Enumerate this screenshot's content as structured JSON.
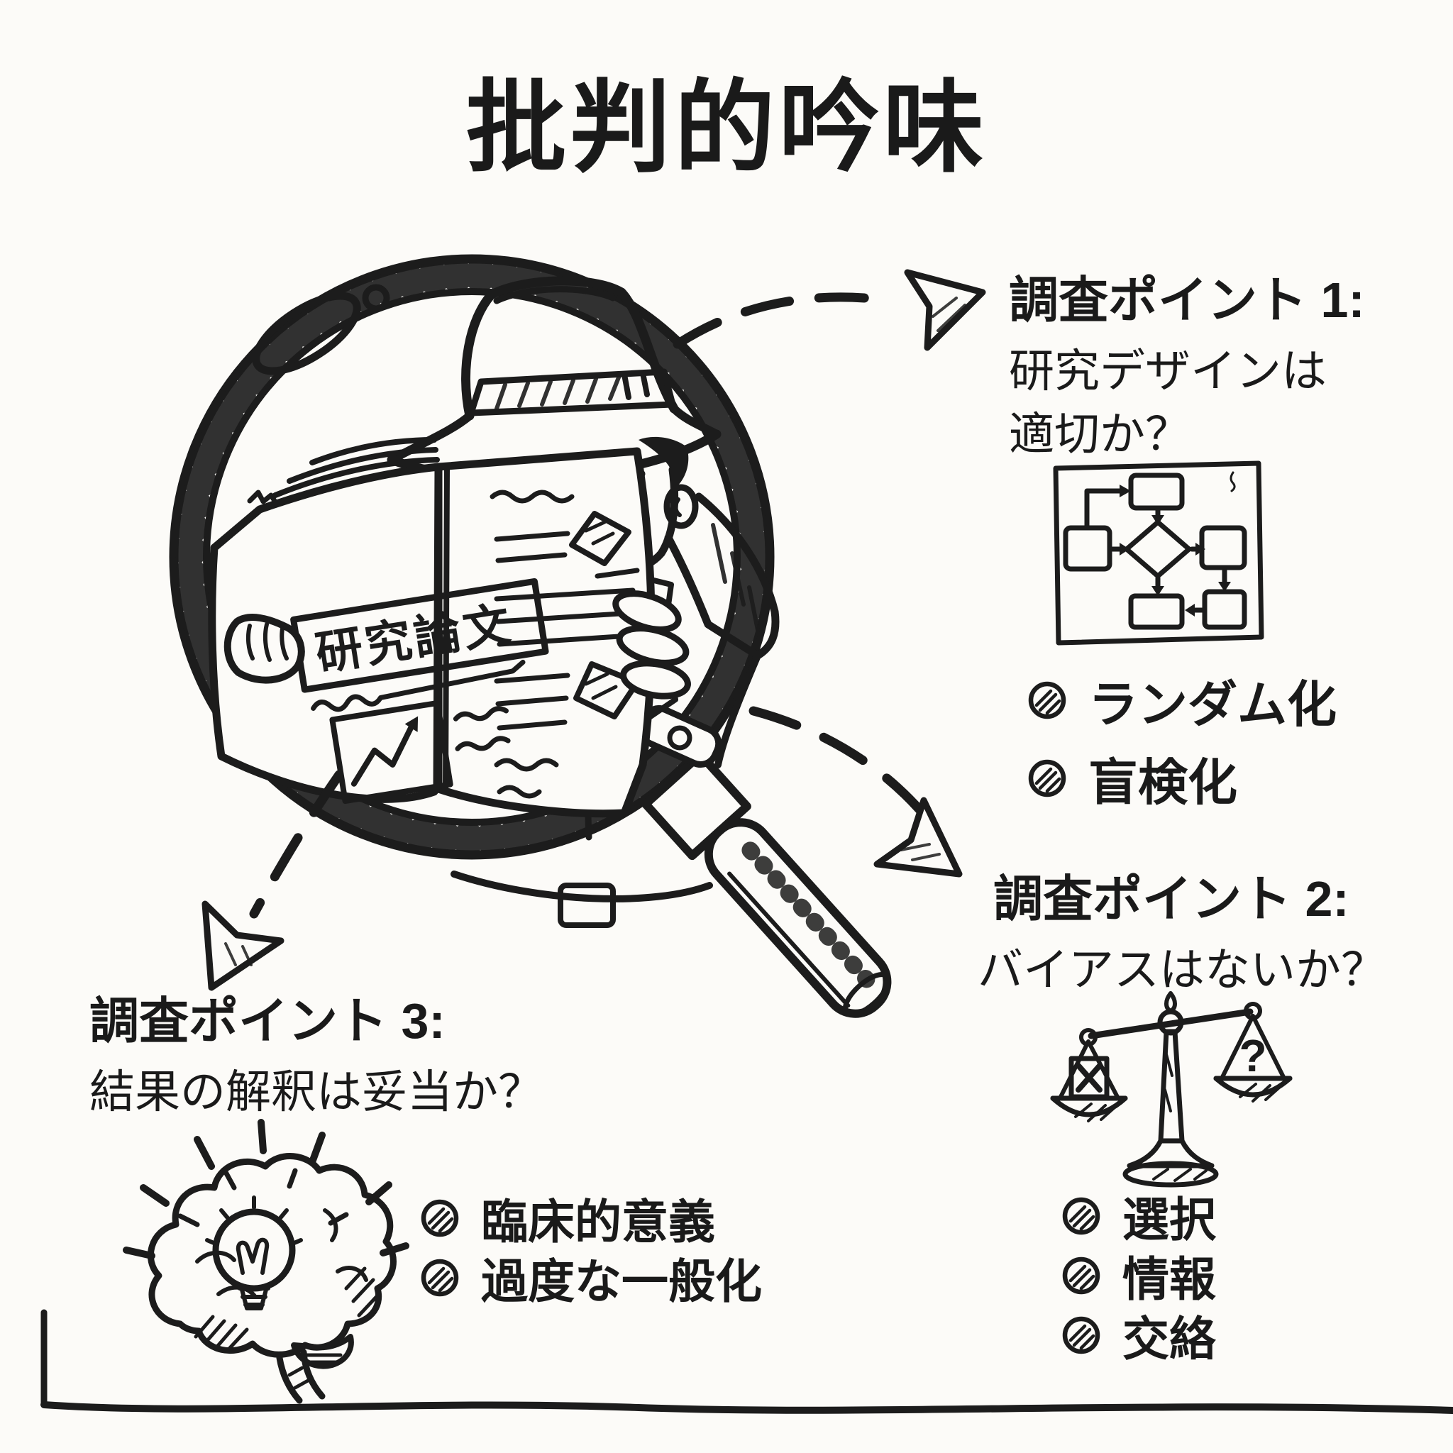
{
  "title": "批判的吟味",
  "illustration": {
    "paper_title": "研究論文"
  },
  "points": [
    {
      "heading": "調査ポイント 1:",
      "question_lines": [
        "研究デザインは",
        "適切か？"
      ],
      "icon": "flowchart",
      "bullets": [
        "ランダム化",
        "盲検化"
      ]
    },
    {
      "heading": "調査ポイント 2:",
      "question_lines": [
        "バイアスはないか？"
      ],
      "icon": "balance-scale",
      "icon_mark": "?",
      "bullets": [
        "選択",
        "情報",
        "交絡"
      ]
    },
    {
      "heading": "調査ポイント 3:",
      "question_lines": [
        "結果の解釈は妥当か？"
      ],
      "icon": "brain-lightbulb",
      "bullets": [
        "臨床的意義",
        "過度な一般化"
      ]
    }
  ],
  "colors": {
    "ink": "#1c1c1c",
    "paper": "#fcfbf8"
  }
}
